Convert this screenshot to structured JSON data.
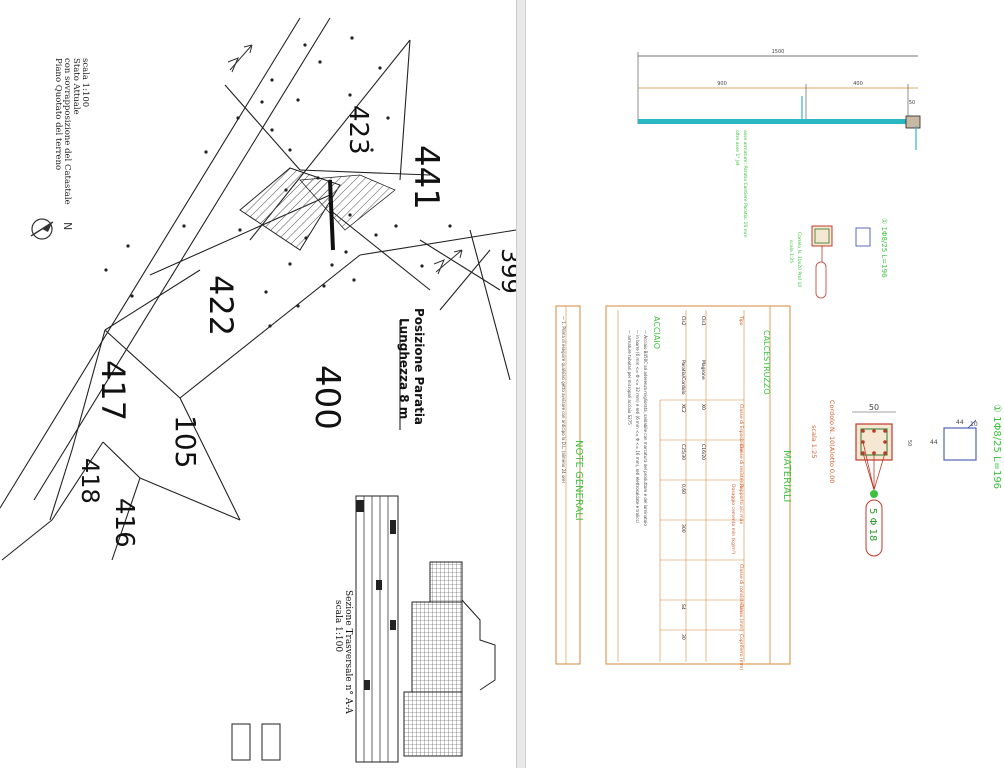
{
  "left_sheet": {
    "title_block": [
      "Piano Quotato del terreno",
      "con sovrapposizione del Catastale",
      "Stato Attuale",
      "scala 1:100"
    ],
    "north_label": "N",
    "parcels": [
      "441",
      "423",
      "422",
      "417",
      "105",
      "418",
      "416",
      "400",
      "399"
    ],
    "retaining_wall_label": [
      "Posizione Paratia",
      "Lunghezza 8 m"
    ],
    "section_title": [
      "Sezione Trasversale n° A-A",
      "scala 1:100"
    ]
  },
  "right_sheet": {
    "beam_dims": [
      "1500",
      "900",
      "400",
      "50"
    ],
    "beam_note": [
      "asse armature: Paratia Cantiere Paratia: 16 mm",
      "oltre asse 1° Jet"
    ],
    "small_section_label": "① 1Φ8/25 L=196",
    "small_section_note": [
      "Correlo N. 10x20 Prof 10",
      "scala 1:25"
    ],
    "main_section_label": "① 1Φ8/25 L=196",
    "main_section_width": "50",
    "main_section_height": "50",
    "stirrup_dims": [
      "44",
      "44",
      "10"
    ],
    "main_section_note": [
      "Cordolo N. 10(A)otto 0,00",
      "scala 1:25"
    ],
    "rebar_callout": "5 Φ 18",
    "materials": {
      "title": "MATERIALI",
      "concrete_title": "CALCESTRUZZO",
      "steel_title": "ACCIAIO",
      "header_row": [
        "Tipo",
        "Classe di Esposizione",
        "Classe di resistenza",
        "Rapporto a/c max",
        "Dosaggio cemento min (kg/m³)",
        "Classe di consistenza",
        "Dmax (mm)",
        "Copriferro (mm)"
      ],
      "rows": [
        [
          "Cls1",
          "Magrone",
          "X0",
          "C16/20",
          "-",
          "-",
          "-",
          "-"
        ],
        [
          "Cls2",
          "Paratia/Cordolo",
          "XC2",
          "C25/30",
          "0,60",
          "300",
          "S4",
          "30"
        ]
      ],
      "steel_notes": [
        "— Acciaio B450C ad aderenza migliorata, saldabile con marcatura del produttore e del laminatoio",
        "— in barre (6 mm <= Φ <= 32 mm) e reti (6 mm <= Φ <= 16 mm), reti elettrosaldate e tralicci",
        "— armature tubolari per micropali acciaio S275"
      ]
    },
    "notes": {
      "title": "NOTE GENERALI",
      "items": [
        "— 1. Prima di eseguire qualsiasi getto avvisare con anticipo la D.L. (almeno 24 ore)"
      ]
    }
  },
  "colors": {
    "line": "#222222",
    "green": "#3ec23e",
    "cyan": "#2ab7c4",
    "red_outline": "#c0392b",
    "orange_line": "#d58a3a",
    "hatch": "#555555"
  }
}
